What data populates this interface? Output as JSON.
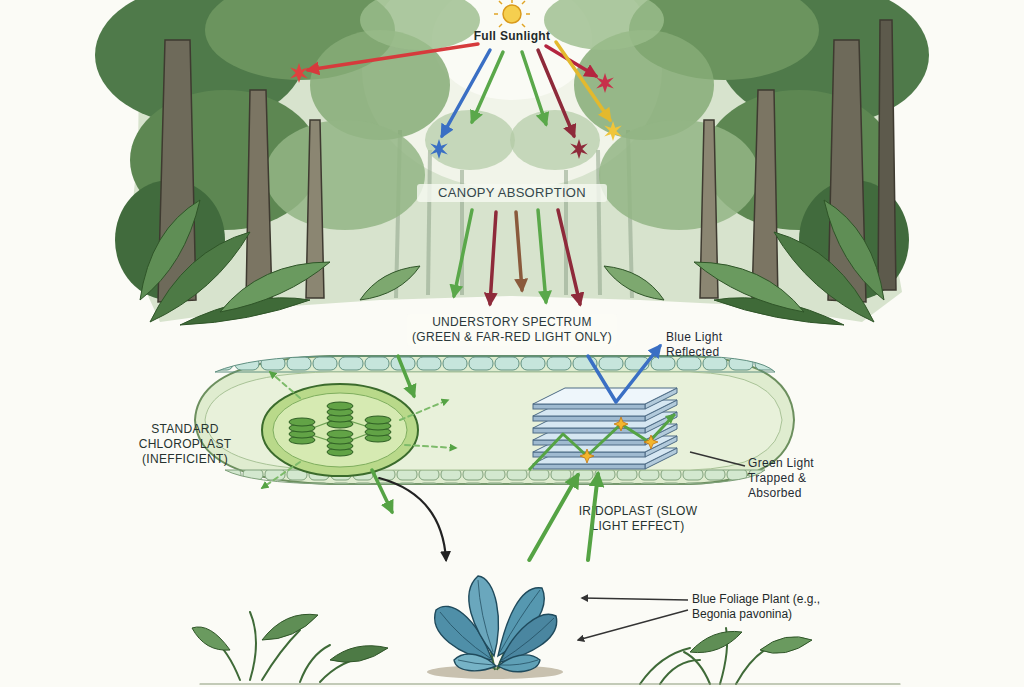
{
  "diagram": {
    "nodes": [
      {
        "text": [
          "STANDARD CHLOROPLAST (INEFFICIENT)"
        ]
      },
      {
        "text": [
          "IRIDOPLAST (SLOW LIGHT EFFECT)"
        ]
      },
      {
        "text": [
          "Blue Foliage Plant (e.g., Begonia pavonina)"
        ]
      }
    ],
    "edges": [
      {
        "from": 0,
        "to": 2,
        "arrow": "to"
      },
      {
        "from": 2,
        "to": 1,
        "arrow": "to"
      }
    ],
    "labels": [
      "Full Sunlight",
      "CANOPY ABSORPTION",
      "UNDERSTORY SPECTRUM (GREEN & FAR-RED LIGHT ONLY)",
      "Blue Light Reflected",
      "Green Light Trapped & Absorbed"
    ]
  }
}
